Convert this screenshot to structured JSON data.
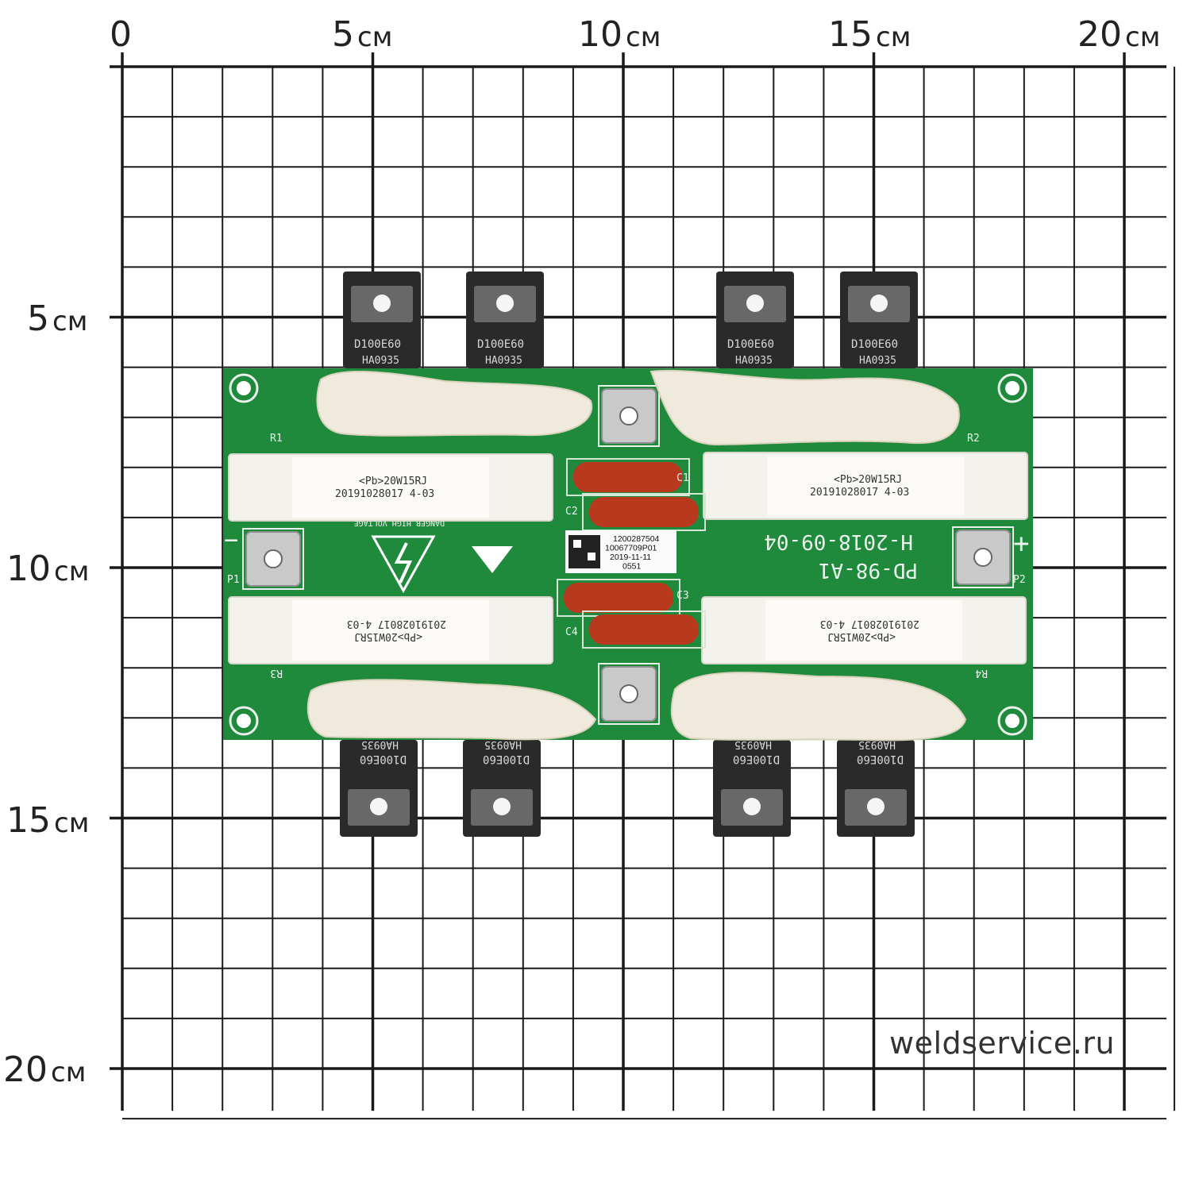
{
  "scale": {
    "x_labels": [
      {
        "num": "0",
        "unit": ""
      },
      {
        "num": "5",
        "unit": "см"
      },
      {
        "num": "10",
        "unit": "см"
      },
      {
        "num": "15",
        "unit": "см"
      },
      {
        "num": "20",
        "unit": "см"
      }
    ],
    "y_labels": [
      {
        "num": "5",
        "unit": "см"
      },
      {
        "num": "10",
        "unit": "см"
      },
      {
        "num": "15",
        "unit": "см"
      },
      {
        "num": "20",
        "unit": "см"
      }
    ]
  },
  "watermark": "weldservice.ru",
  "board": {
    "model": "PD-98-A1",
    "date_code": "H-2018-09-04",
    "warning_text": "DANGER HIGH VOLTAGE",
    "resistor_marking_1": "<Pb>20W15RJ",
    "resistor_marking_2": "20191028017 4-03",
    "resistor_designators": [
      "R1",
      "R2",
      "R3",
      "R4"
    ],
    "capacitor_designators": [
      "C1",
      "C2",
      "C3",
      "C4"
    ],
    "terminal_labels": [
      "P1",
      "P2"
    ],
    "polarity_minus": "−",
    "polarity_plus": "+",
    "sticker_lines": [
      "1200287504",
      "10067709P01",
      "2019-11-11",
      "0551"
    ],
    "diode_marking": "D100E60",
    "diode_lot": "HA0935",
    "colors": {
      "pcb": "#1f8a3c",
      "resistor": "#f4f2ec",
      "capacitor": "#b8391e",
      "thermal_paste": "#efeadb",
      "diode": "#2a2a2a",
      "terminal": "#c9c9c9"
    }
  }
}
